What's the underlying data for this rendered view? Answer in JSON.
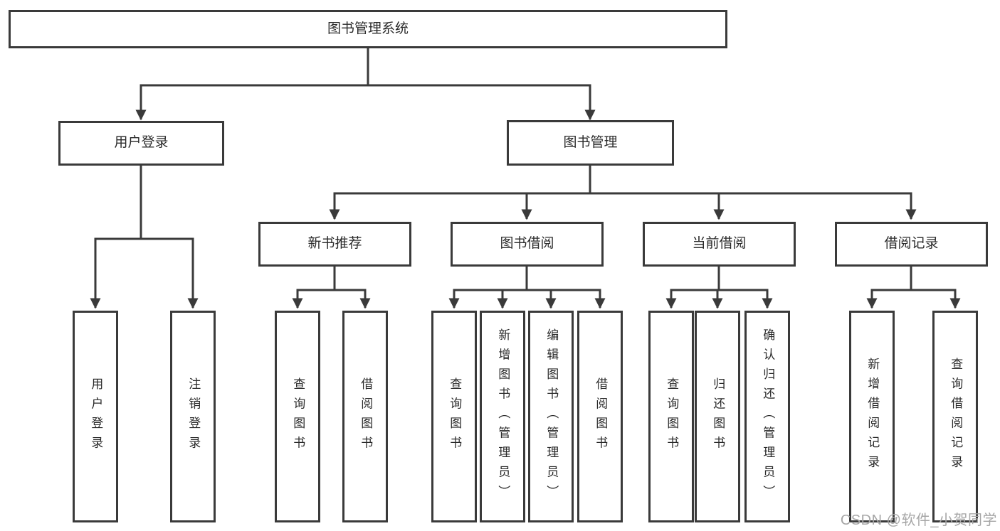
{
  "colors": {
    "line": "#3a3a3a",
    "text": "#2a2a2a",
    "watermark": "#a6a6a6",
    "box-bg": "#ffffff"
  },
  "watermark": {
    "text": "CSDN @软件_小贺同学"
  },
  "diagram": {
    "type": "hierarchy-tree",
    "root": {
      "label": "图书管理系统"
    },
    "branches": [
      {
        "label": "用户登录",
        "children": [
          {
            "label": "用户登录"
          },
          {
            "label": "注销登录"
          }
        ]
      },
      {
        "label": "图书管理",
        "children": [
          {
            "label": "新书推荐",
            "children": [
              {
                "label": "查询图书"
              },
              {
                "label": "借阅图书"
              }
            ]
          },
          {
            "label": "图书借阅",
            "children": [
              {
                "label": "查询图书"
              },
              {
                "label": "新增图书（管理员）"
              },
              {
                "label": "编辑图书（管理员）"
              },
              {
                "label": "借阅图书"
              }
            ]
          },
          {
            "label": "当前借阅",
            "children": [
              {
                "label": "查询图书"
              },
              {
                "label": "归还图书"
              },
              {
                "label": "确认归还（管理员）"
              }
            ]
          },
          {
            "label": "借阅记录",
            "children": [
              {
                "label": "新增借阅记录"
              },
              {
                "label": "查询借阅记录"
              }
            ]
          }
        ]
      }
    ]
  }
}
